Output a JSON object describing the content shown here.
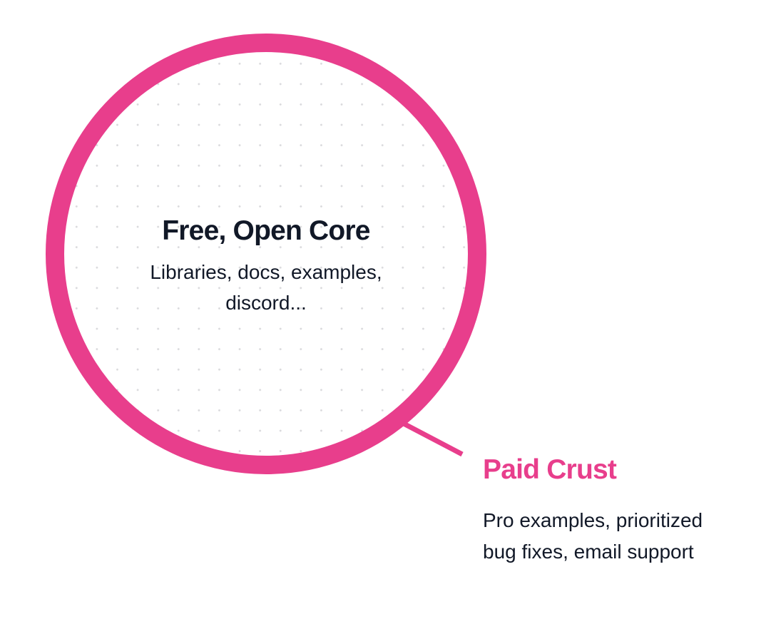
{
  "diagram": {
    "accent_color": "#e83e8c",
    "text_color": "#111827",
    "core": {
      "title": "Free, Open Core",
      "description": "Libraries, docs, examples, discord..."
    },
    "crust": {
      "title": "Paid Crust",
      "description": "Pro examples, prioritized bug fixes, email support"
    }
  }
}
